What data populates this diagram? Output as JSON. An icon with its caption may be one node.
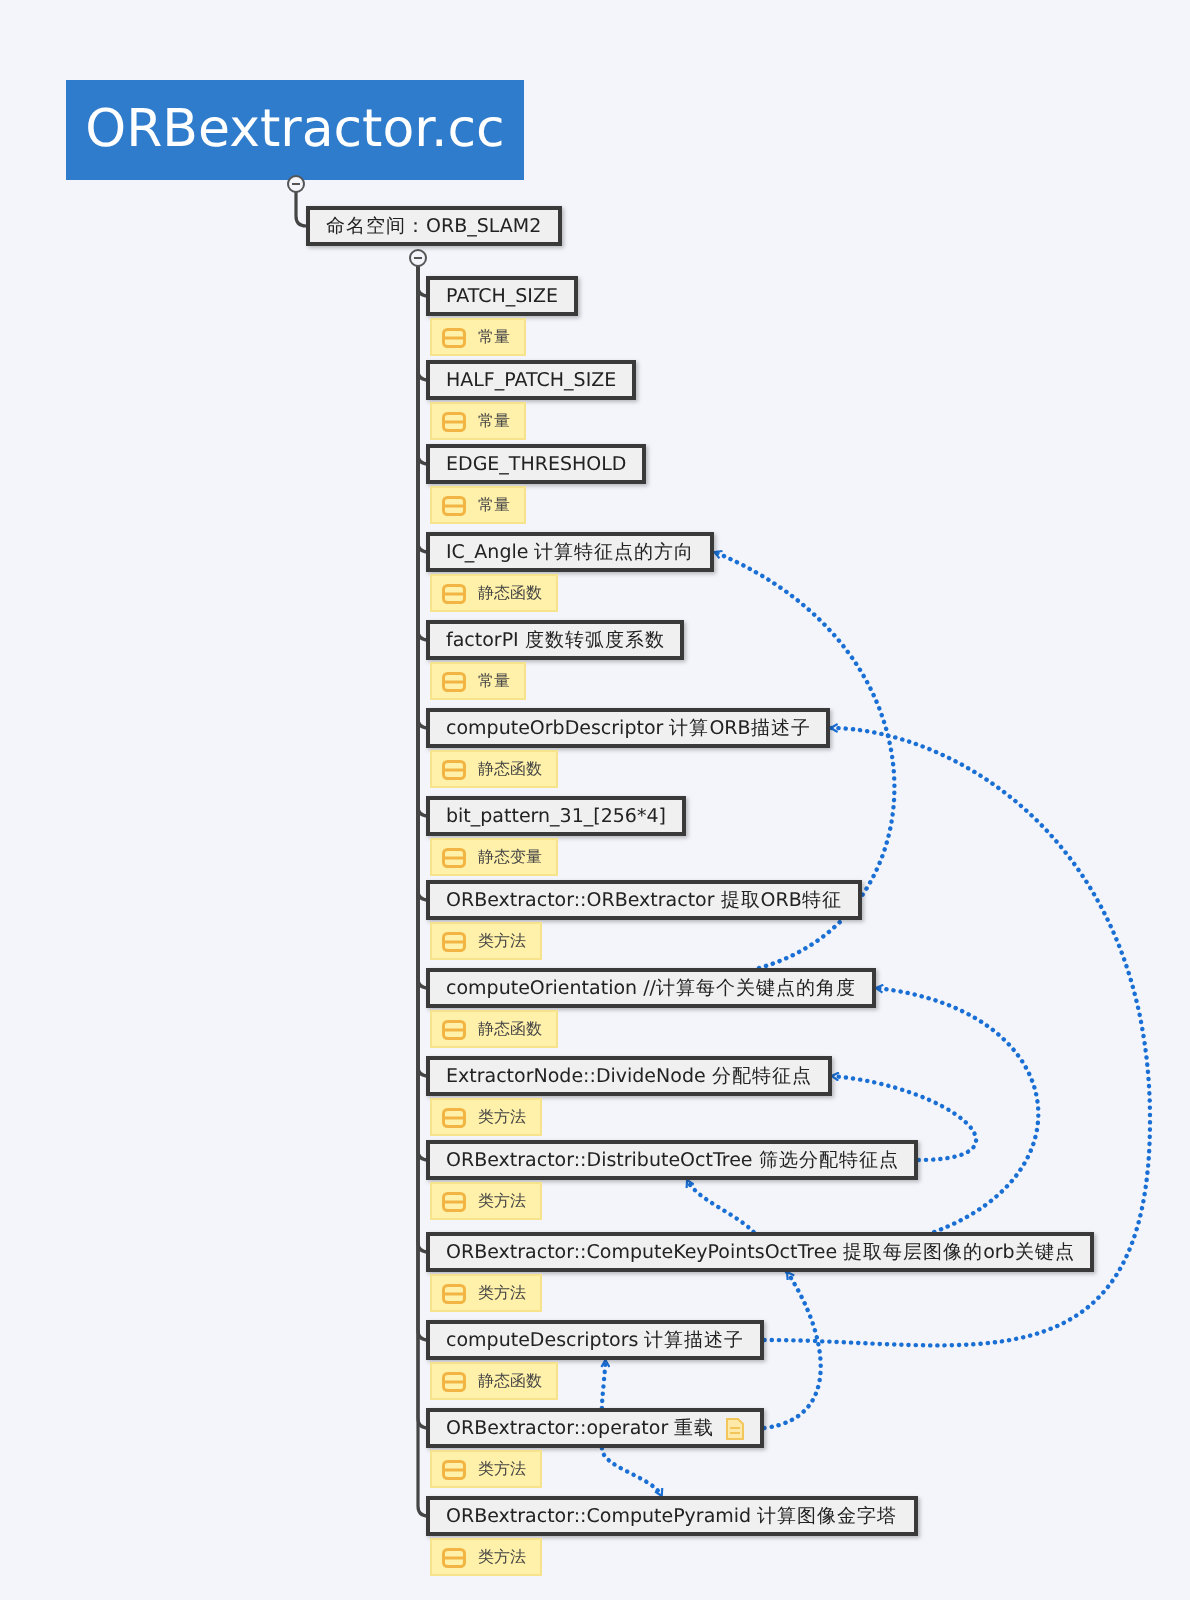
{
  "diagram": {
    "nodes": [
      {
        "text": [
          "ORBextractor.cc"
        ]
      },
      {
        "text": [
          "命名空间：ORB_SLAM2"
        ]
      },
      {
        "text": [
          "PATCH_SIZE"
        ]
      },
      {
        "text": [
          "常量"
        ]
      },
      {
        "text": [
          "HALF_PATCH_SIZE"
        ]
      },
      {
        "text": [
          "常量"
        ]
      },
      {
        "text": [
          "EDGE_THRESHOLD"
        ]
      },
      {
        "text": [
          "常量"
        ]
      },
      {
        "text": [
          "IC_Angle 计算特征点的方向"
        ]
      },
      {
        "text": [
          "静态函数"
        ]
      },
      {
        "text": [
          "factorPI 度数转弧度系数"
        ]
      },
      {
        "text": [
          "常量"
        ]
      },
      {
        "text": [
          "computeOrbDescriptor 计算ORB描述子"
        ]
      },
      {
        "text": [
          "静态函数"
        ]
      },
      {
        "text": [
          "bit_pattern_31_[256*4]"
        ]
      },
      {
        "text": [
          "静态变量"
        ]
      },
      {
        "text": [
          "ORBextractor::ORBextractor 提取ORB特征"
        ]
      },
      {
        "text": [
          "类方法"
        ]
      },
      {
        "text": [
          "computeOrientation //计算每个关键点的角度"
        ]
      },
      {
        "text": [
          "静态函数"
        ]
      },
      {
        "text": [
          "ExtractorNode::DivideNode 分配特征点"
        ]
      },
      {
        "text": [
          "类方法"
        ]
      },
      {
        "text": [
          "ORBextractor::DistributeOctTree 筛选分配特征点"
        ]
      },
      {
        "text": [
          "类方法"
        ]
      },
      {
        "text": [
          "ORBextractor::ComputeKeyPointsOctTree 提取每层图像的orb关键点"
        ]
      },
      {
        "text": [
          "类方法"
        ]
      },
      {
        "text": [
          "computeDescriptors 计算描述子"
        ]
      },
      {
        "text": [
          "静态函数"
        ]
      },
      {
        "text": [
          "ORBextractor::operator 重载"
        ]
      },
      {
        "text": [
          "类方法"
        ]
      },
      {
        "text": [
          "ORBextractor::ComputePyramid 计算图像金字塔"
        ]
      },
      {
        "text": [
          "类方法"
        ]
      }
    ],
    "edges": [
      {
        "from": 0,
        "to": 1,
        "arrow": "none"
      },
      {
        "from": 1,
        "to": 2,
        "arrow": "none"
      },
      {
        "from": 1,
        "to": 4,
        "arrow": "none"
      },
      {
        "from": 1,
        "to": 6,
        "arrow": "none"
      },
      {
        "from": 1,
        "to": 8,
        "arrow": "none"
      },
      {
        "from": 1,
        "to": 10,
        "arrow": "none"
      },
      {
        "from": 1,
        "to": 12,
        "arrow": "none"
      },
      {
        "from": 1,
        "to": 14,
        "arrow": "none"
      },
      {
        "from": 1,
        "to": 16,
        "arrow": "none"
      },
      {
        "from": 1,
        "to": 18,
        "arrow": "none"
      },
      {
        "from": 1,
        "to": 20,
        "arrow": "none"
      },
      {
        "from": 1,
        "to": 22,
        "arrow": "none"
      },
      {
        "from": 1,
        "to": 24,
        "arrow": "none"
      },
      {
        "from": 1,
        "to": 26,
        "arrow": "none"
      },
      {
        "from": 1,
        "to": 28,
        "arrow": "none"
      },
      {
        "from": 1,
        "to": 30,
        "arrow": "none"
      },
      {
        "from": 18,
        "to": 8,
        "arrow": "to",
        "style": "dashed",
        "color": "#1a6fd4"
      },
      {
        "from": 24,
        "to": 18,
        "arrow": "to",
        "style": "dashed",
        "color": "#1a6fd4"
      },
      {
        "from": 22,
        "to": 20,
        "arrow": "to",
        "style": "dashed",
        "color": "#1a6fd4"
      },
      {
        "from": 26,
        "to": 12,
        "arrow": "to",
        "style": "dashed",
        "color": "#1a6fd4"
      },
      {
        "from": 24,
        "to": 22,
        "arrow": "to",
        "style": "dashed",
        "color": "#1a6fd4"
      },
      {
        "from": 28,
        "to": 24,
        "arrow": "to",
        "style": "dashed",
        "color": "#1a6fd4"
      },
      {
        "from": 28,
        "to": 26,
        "arrow": "to",
        "style": "dashed",
        "color": "#1a6fd4"
      },
      {
        "from": 28,
        "to": 30,
        "arrow": "to",
        "style": "dashed",
        "color": "#1a6fd4"
      }
    ]
  }
}
